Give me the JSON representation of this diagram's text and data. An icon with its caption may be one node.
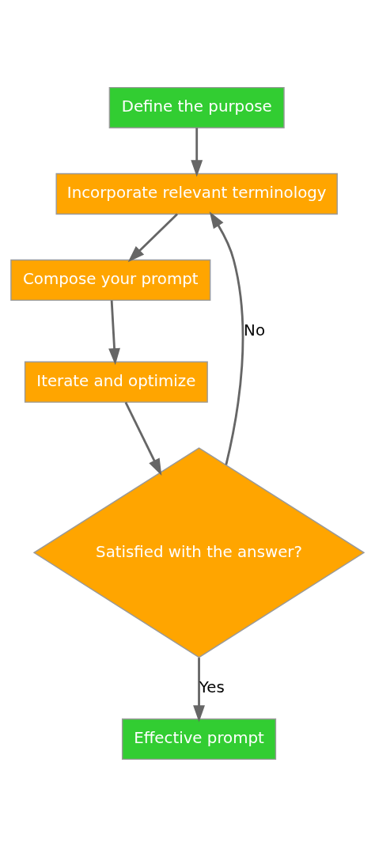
{
  "diagram": {
    "nodes": [
      {
        "text": [
          "Define the purpose"
        ]
      },
      {
        "text": [
          "Incorporate relevant terminology"
        ]
      },
      {
        "text": [
          "Compose your prompt"
        ]
      },
      {
        "text": [
          "Iterate and optimize"
        ]
      },
      {
        "text": [
          "Satisfied with the answer?"
        ]
      },
      {
        "text": [
          "Effective prompt"
        ]
      }
    ],
    "edges": [
      {
        "from": 0,
        "to": 1,
        "arrow": "to"
      },
      {
        "from": 1,
        "to": 2,
        "arrow": "to"
      },
      {
        "from": 2,
        "to": 3,
        "arrow": "to"
      },
      {
        "from": 3,
        "to": 4,
        "arrow": "to"
      },
      {
        "from": 4,
        "to": 1,
        "arrow": "to",
        "label": "No"
      },
      {
        "from": 4,
        "to": 5,
        "arrow": "to",
        "label": "Yes"
      }
    ]
  }
}
